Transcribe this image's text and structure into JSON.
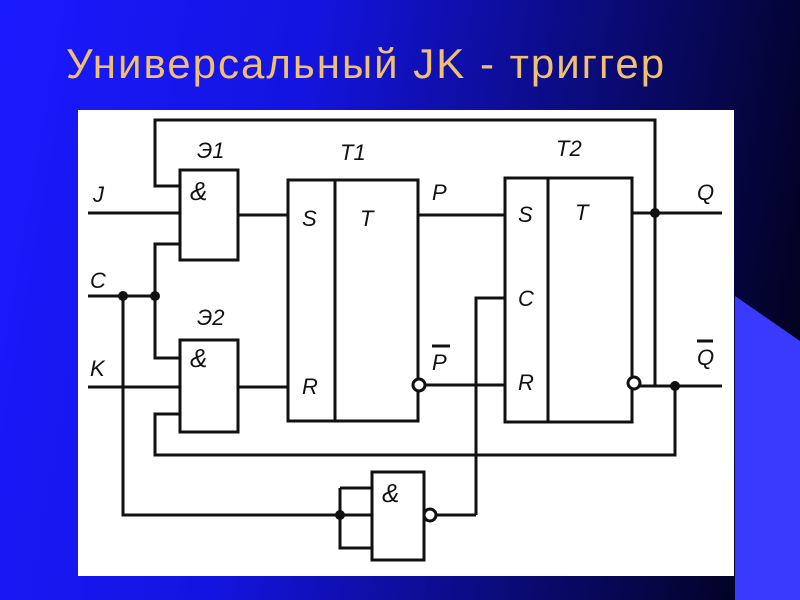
{
  "slide": {
    "title": "Универсальный JK - триггер"
  },
  "schematic": {
    "elements": {
      "e1": "Э1",
      "e2": "Э2",
      "t1": "T1",
      "t2": "T2",
      "and_symbol": "&",
      "s": "S",
      "r": "R",
      "t": "T",
      "c": "C"
    },
    "inputs": {
      "j": "J",
      "c": "C",
      "k": "K"
    },
    "outputs": {
      "p": "P",
      "p_bar": "P",
      "q": "Q",
      "q_bar": "Q"
    }
  },
  "colors": {
    "title": "#f0c070",
    "background": "#1a1aff",
    "accent": "#3a3aff"
  }
}
